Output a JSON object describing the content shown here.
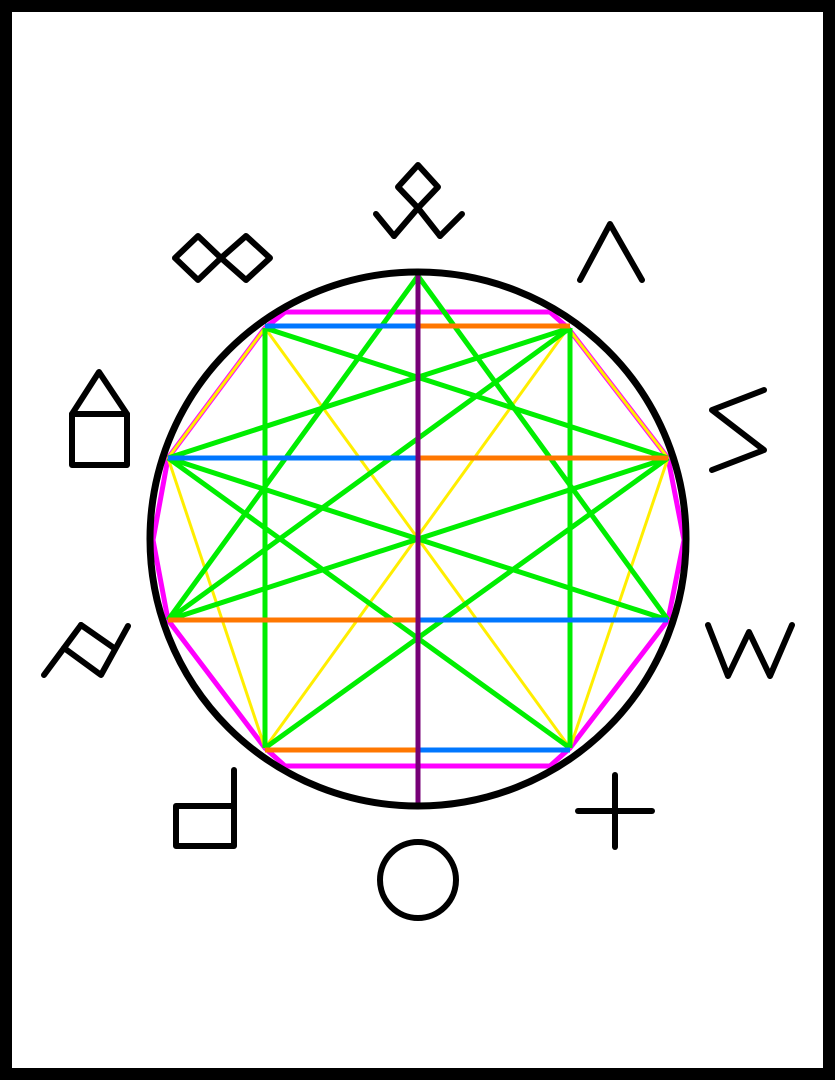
{
  "diagram": {
    "background_color": "#ffffff",
    "frame_color": "#000000",
    "circle_color": "#000000",
    "vertices": 9,
    "symbols": [
      {
        "position": "top",
        "name": "diamond-crossed-lines-symbol"
      },
      {
        "position": "upper-right",
        "name": "caret-symbol"
      },
      {
        "position": "right-upper",
        "name": "zigzag-symbol"
      },
      {
        "position": "right-lower",
        "name": "w-symbol"
      },
      {
        "position": "lower-right",
        "name": "plus-symbol"
      },
      {
        "position": "bottom",
        "name": "circle-symbol"
      },
      {
        "position": "lower-left",
        "name": "flag-square-symbol"
      },
      {
        "position": "left-lower",
        "name": "slanted-box-symbol"
      },
      {
        "position": "left-upper",
        "name": "house-symbol"
      },
      {
        "position": "upper-left",
        "name": "double-diamond-symbol"
      }
    ],
    "line_groups": [
      {
        "name": "nonagon",
        "color": "#ff00ff"
      },
      {
        "name": "yellow-star",
        "color": "#ffee00"
      },
      {
        "name": "green-star",
        "color": "#00ee00"
      },
      {
        "name": "blue-chords",
        "color": "#0077ff"
      },
      {
        "name": "orange-chords",
        "color": "#ff7700"
      },
      {
        "name": "vertical-axis",
        "color": "#770077"
      }
    ]
  }
}
